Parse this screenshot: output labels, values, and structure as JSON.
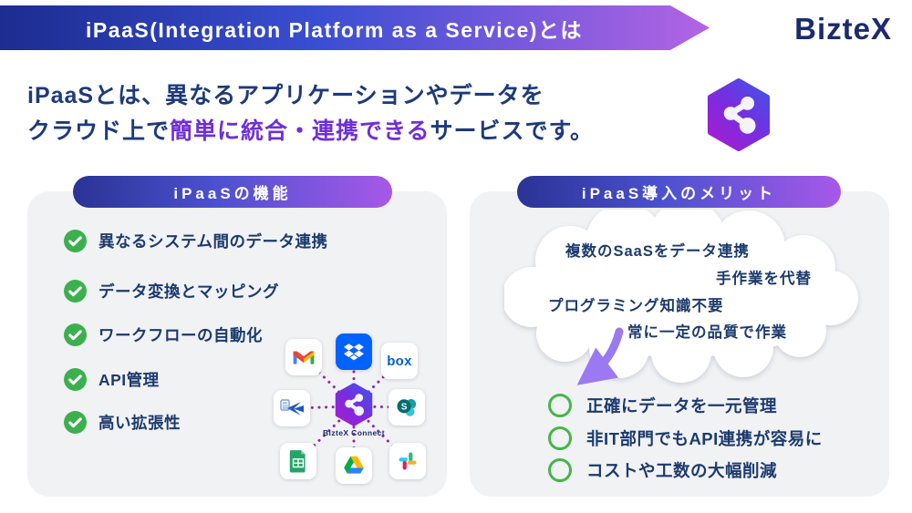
{
  "banner": {
    "title": "iPaaS(Integration Platform as a Service)とは"
  },
  "logo": {
    "text": "BizteX"
  },
  "intro": {
    "line1": "iPaaSとは、異なるアプリケーションやデータを",
    "line2_prefix": "クラウド上で",
    "line2_highlight": "簡単に統合・連携できる",
    "line2_suffix": "サービスです。"
  },
  "features_card": {
    "title": "iPaaSの機能",
    "items": [
      "異なるシステム間のデータ連携",
      "データ変換とマッピング",
      "ワークフローの自動化",
      "API管理",
      "高い拡張性"
    ],
    "hub": {
      "label": "BizteX Connect",
      "box_label": "box",
      "sharepoint_letter": "S",
      "apps": [
        "Gmail",
        "Dropbox",
        "Box",
        "楽楽精算",
        "SharePoint",
        "Google Sheets",
        "Google Drive",
        "Slack"
      ]
    }
  },
  "benefits_card": {
    "title": "iPaaS導入のメリット",
    "cloud_notes": [
      "複数のSaaSをデータ連携",
      "手作業を代替",
      "プログラミング知識不要",
      "常に一定の品質で作業"
    ],
    "items": [
      "正確にデータを一元管理",
      "非IT部門でもAPI連携が容易に",
      "コストや工数の大幅削減"
    ]
  },
  "colors": {
    "banner_gradient_start": "#1c2c90",
    "banner_gradient_end": "#b264e4",
    "pill_gradient_start": "#2a3395",
    "pill_gradient_end": "#a758e8",
    "highlight_purple": "#6f2fd8",
    "text_navy": "#1b3a6f",
    "check_green": "#3cb04e",
    "ring_green": "#43b649",
    "arrow_purple": "#9b79f2",
    "dot_purple": "#9326b5",
    "card_bg": "#f1f2f4"
  }
}
